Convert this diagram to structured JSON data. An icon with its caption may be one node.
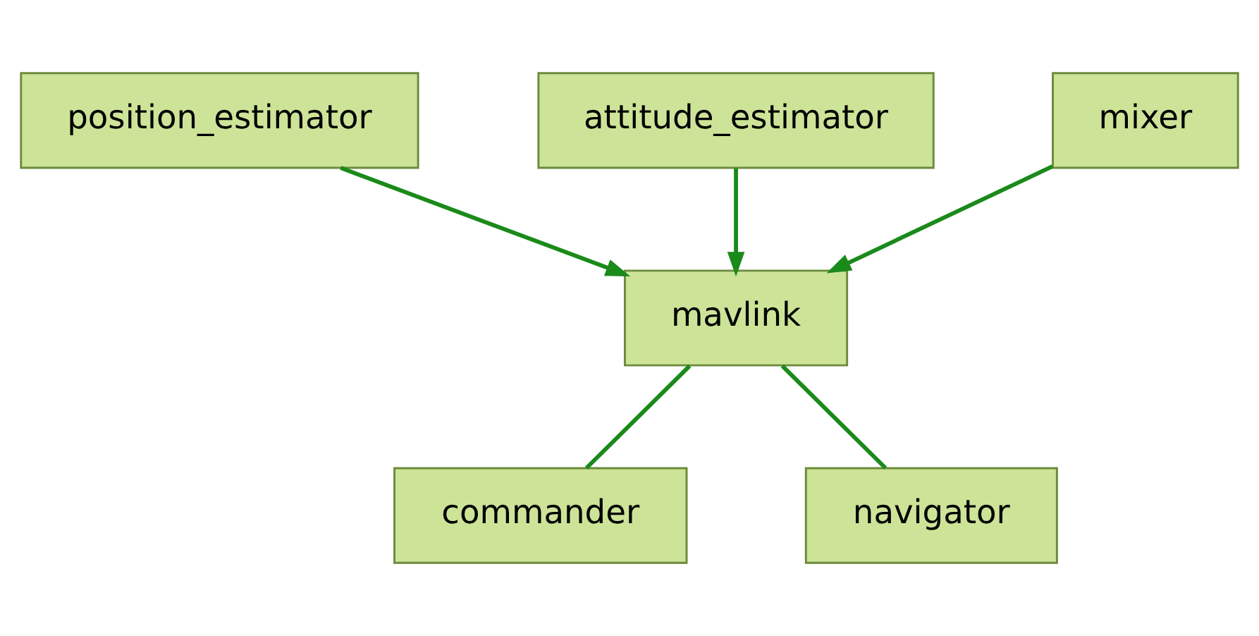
{
  "diagram": {
    "nodes": [
      {
        "text": [
          "position_estimator"
        ]
      },
      {
        "text": [
          "attitude_estimator"
        ]
      },
      {
        "text": [
          "mixer"
        ]
      },
      {
        "text": [
          "mavlink"
        ]
      },
      {
        "text": [
          "commander"
        ]
      },
      {
        "text": [
          "navigator"
        ]
      }
    ],
    "edges": [
      {
        "from": 0,
        "to": 3,
        "arrow": "to"
      },
      {
        "from": 1,
        "to": 3,
        "arrow": "to"
      },
      {
        "from": 2,
        "to": 3,
        "arrow": "to"
      },
      {
        "from": 3,
        "to": 4,
        "arrow": "none"
      },
      {
        "from": 3,
        "to": 5,
        "arrow": "none"
      }
    ]
  }
}
